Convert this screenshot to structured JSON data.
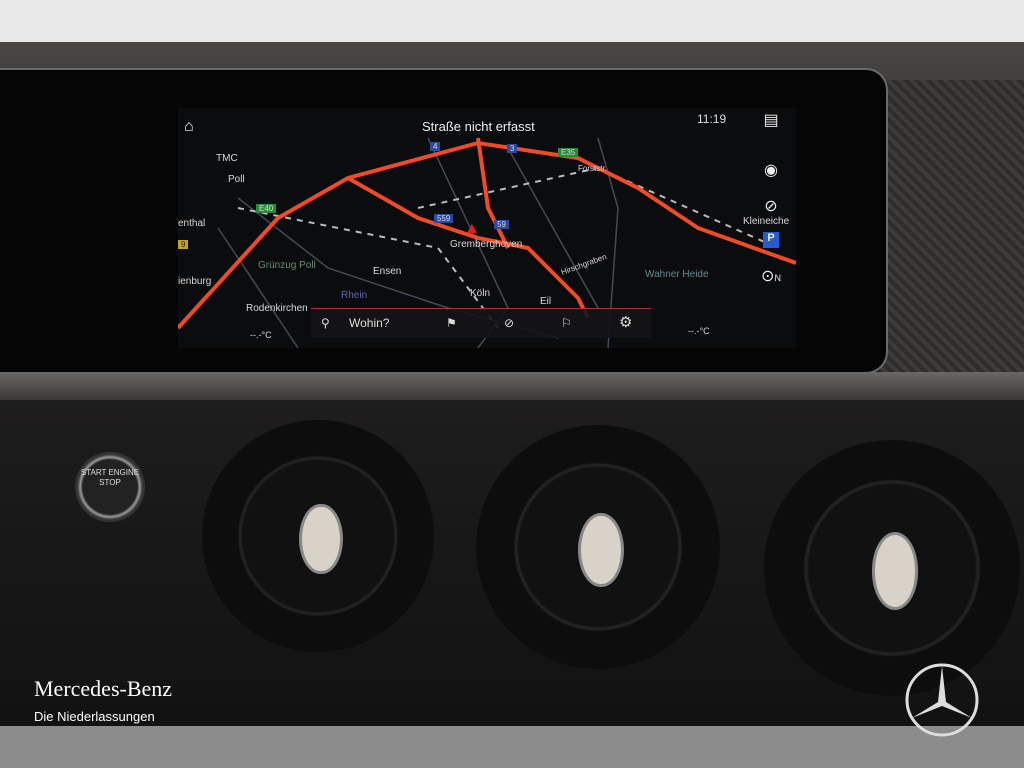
{
  "brand": {
    "name": "Mercedes-Benz",
    "subtitle": "Die Niederlassungen"
  },
  "nav": {
    "status": "Straße nicht erfasst",
    "clock": "11:19",
    "search_label": "Wohin?",
    "temp_left": "--.-°C",
    "temp_right": "--.-°C",
    "side_icons": [
      "message-icon",
      "restaurant-icon",
      "compass-icon",
      "parking-icon",
      "north-up-icon"
    ],
    "north_label": "N",
    "road_color": "#f04a28",
    "places": [
      "TMC",
      "Poll",
      "enthal",
      "ienburg",
      "Grünzug Poll",
      "Ensen",
      "Rhein",
      "Rodenkirchen",
      "Gremberghoven",
      "Köln",
      "Eil",
      "Wahner Heide",
      "Kleineiche",
      "Forststr.",
      "Hirschgraben"
    ],
    "shields": [
      "4",
      "3",
      "E35",
      "E40",
      "559",
      "59",
      "9"
    ]
  },
  "start_button": "START ENGINE STOP"
}
